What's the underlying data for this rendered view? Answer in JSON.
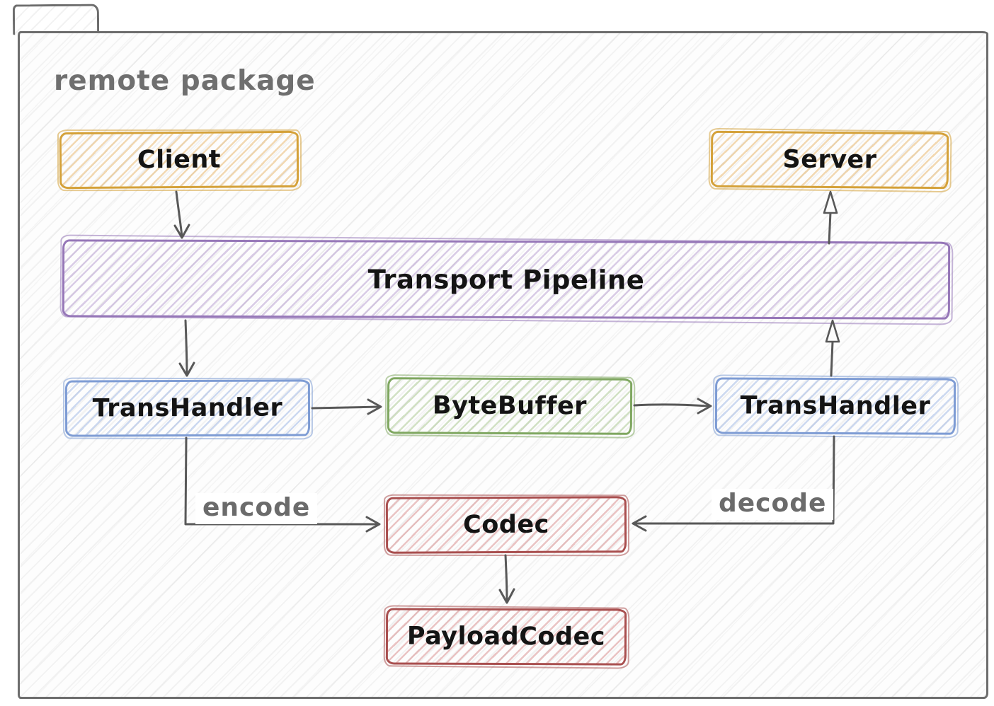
{
  "diagram": {
    "type": "uml-package-diagram",
    "package_label": "remote package"
  },
  "nodes": [
    {
      "id": "client",
      "label": "Client",
      "color": "#d4a139"
    },
    {
      "id": "server",
      "label": "Server",
      "color": "#d4a139"
    },
    {
      "id": "transport-pipeline",
      "label": "Transport Pipeline",
      "color": "#9677b8"
    },
    {
      "id": "transhandler-left",
      "label": "TransHandler",
      "color": "#7e9cd4"
    },
    {
      "id": "bytebuffer",
      "label": "ByteBuffer",
      "color": "#7fa760"
    },
    {
      "id": "transhandler-right",
      "label": "TransHandler",
      "color": "#7e9cd4"
    },
    {
      "id": "codec",
      "label": "Codec",
      "color": "#a94f4f"
    },
    {
      "id": "payloadcodec",
      "label": "PayloadCodec",
      "color": "#a94f4f"
    }
  ],
  "edges": [
    {
      "from": "client",
      "to": "transport-pipeline",
      "label": "",
      "arrowhead": "v"
    },
    {
      "from": "transport-pipeline",
      "to": "server",
      "label": "",
      "arrowhead": "open-triangle"
    },
    {
      "from": "transport-pipeline",
      "to": "transhandler-left",
      "label": "",
      "arrowhead": "v"
    },
    {
      "from": "transhandler-left",
      "to": "bytebuffer",
      "label": "",
      "arrowhead": "v"
    },
    {
      "from": "bytebuffer",
      "to": "transhandler-right",
      "label": "",
      "arrowhead": "v"
    },
    {
      "from": "transhandler-right",
      "to": "transport-pipeline",
      "label": "",
      "arrowhead": "open-triangle"
    },
    {
      "from": "transhandler-left",
      "to": "codec",
      "label": "encode",
      "arrowhead": "v"
    },
    {
      "from": "transhandler-right",
      "to": "codec",
      "label": "decode",
      "arrowhead": "v"
    },
    {
      "from": "codec",
      "to": "payloadcodec",
      "label": "",
      "arrowhead": "v"
    }
  ],
  "colors": {
    "frame": "#6d6d6d",
    "title_text": "#6f6f6f",
    "node_text": "#141414",
    "arrow": "#585858",
    "edge_label_text": "#6b6b6b",
    "orange": "#d4a139",
    "purple": "#9677b8",
    "blue": "#7e9cd4",
    "green": "#7fa760",
    "red": "#a94f4f",
    "background_hatch": "#e9e9e9"
  }
}
